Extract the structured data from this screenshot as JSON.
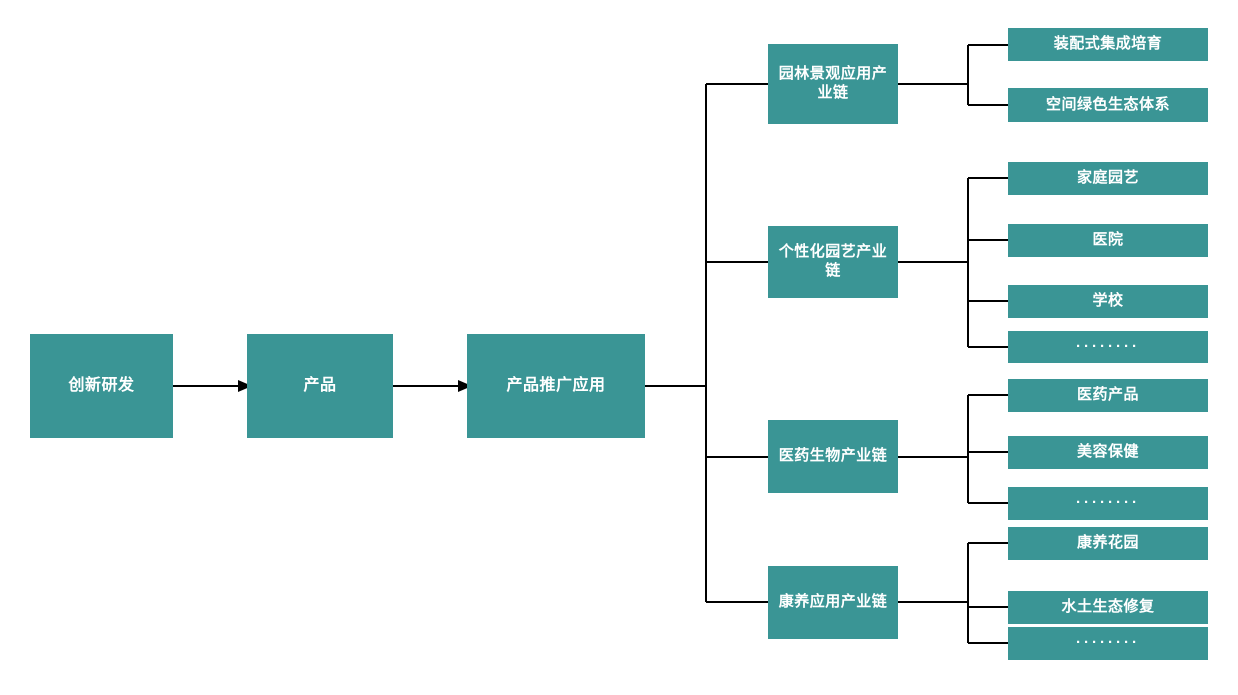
{
  "diagram": {
    "type": "flow-tree",
    "accent_color": "#3a9595",
    "text_color": "#ffffff",
    "line_color": "#000000",
    "background": "#ffffff",
    "stage_1": [
      {
        "label": "创新研发",
        "name": "innovation-rd"
      },
      {
        "label": "产品",
        "name": "product"
      },
      {
        "label": "产品推广应用",
        "name": "product-promotion-application"
      }
    ],
    "branches": [
      {
        "name": "landscape-chain",
        "label": "园林景观应用产业链",
        "children": [
          {
            "label": "装配式集成培育",
            "name": "prefabricated-integrated-cultivation"
          },
          {
            "label": "空间绿色生态体系",
            "name": "spatial-green-ecosystem"
          }
        ]
      },
      {
        "name": "personalized-gardening-chain",
        "label": "个性化园艺产业链",
        "children": [
          {
            "label": "家庭园艺",
            "name": "home-gardening"
          },
          {
            "label": "医院",
            "name": "hospital"
          },
          {
            "label": "学校",
            "name": "school"
          },
          {
            "label": "········",
            "name": "ellipsis"
          }
        ]
      },
      {
        "name": "pharma-biology-chain",
        "label": "医药生物产业链",
        "children": [
          {
            "label": "医药产品",
            "name": "pharmaceutical-products"
          },
          {
            "label": "美容保健",
            "name": "beauty-healthcare"
          },
          {
            "label": "········",
            "name": "ellipsis"
          }
        ]
      },
      {
        "name": "wellness-application-chain",
        "label": "康养应用产业链",
        "children": [
          {
            "label": "康养花园",
            "name": "wellness-garden"
          },
          {
            "label": "水土生态修复",
            "name": "soil-water-ecological-restoration"
          },
          {
            "label": "········",
            "name": "ellipsis"
          }
        ]
      }
    ]
  }
}
